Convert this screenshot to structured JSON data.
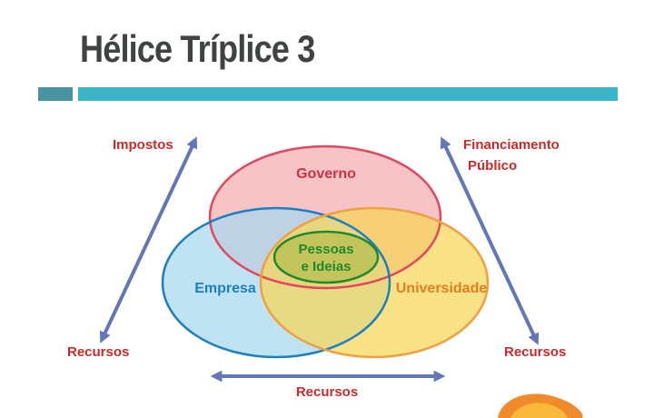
{
  "slide": {
    "title": "Hélice Tríplice 3"
  },
  "diagram": {
    "circles": {
      "governo": "Governo",
      "empresa": "Empresa",
      "universidade": "Universidade"
    },
    "center": {
      "line1": "Pessoas",
      "line2": "e Ideias"
    },
    "labels": {
      "impostos": "Impostos",
      "financiamento_line1": "Financiamento",
      "financiamento_line2": "Público",
      "recursos_left": "Recursos",
      "recursos_right": "Recursos",
      "recursos_bottom": "Recursos"
    }
  },
  "colors": {
    "title": "#3f4343",
    "accent_bar_dark": "#4a93a0",
    "accent_bar_light": "#3cb4c8",
    "arrow": "#6377b8",
    "label_red": "#cc2a2a",
    "governo_fill": "#f4b8bc",
    "governo_stroke": "#e0485e",
    "empresa_fill": "#a8d8f0",
    "empresa_stroke": "#1c7fc0",
    "universidade_fill": "#f7d558",
    "universidade_stroke": "#f0a040",
    "center_fill": "#c3c55c",
    "center_stroke": "#1e8a2c"
  }
}
